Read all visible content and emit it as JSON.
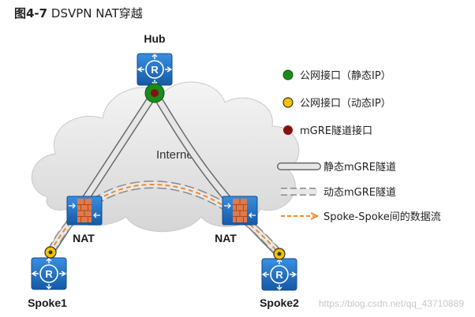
{
  "figure": {
    "number": "图4-7",
    "title": "DSVPN NAT穿越"
  },
  "nodes": {
    "hub": "Hub",
    "spoke1": "Spoke1",
    "spoke2": "Spoke2",
    "nat_left": "NAT",
    "nat_right": "NAT",
    "cloud": "Internet"
  },
  "legend": {
    "static_if": "公网接口（静态IP）",
    "dynamic_if": "公网接口（动态IP）",
    "mgre_if": "mGRE隧道接口",
    "static_tunnel": "静态mGRE隧道",
    "dynamic_tunnel": "动态mGRE隧道",
    "data_flow": "Spoke-Spoke间的数据流"
  },
  "colors": {
    "static_if": "#1a8a1a",
    "dynamic_if": "#f2c200",
    "mgre_if": "#8a1010",
    "router": "#1f6fc1",
    "flow": "#f08a2c"
  },
  "watermark": "https://blog.csdn.net/qq_43710889"
}
